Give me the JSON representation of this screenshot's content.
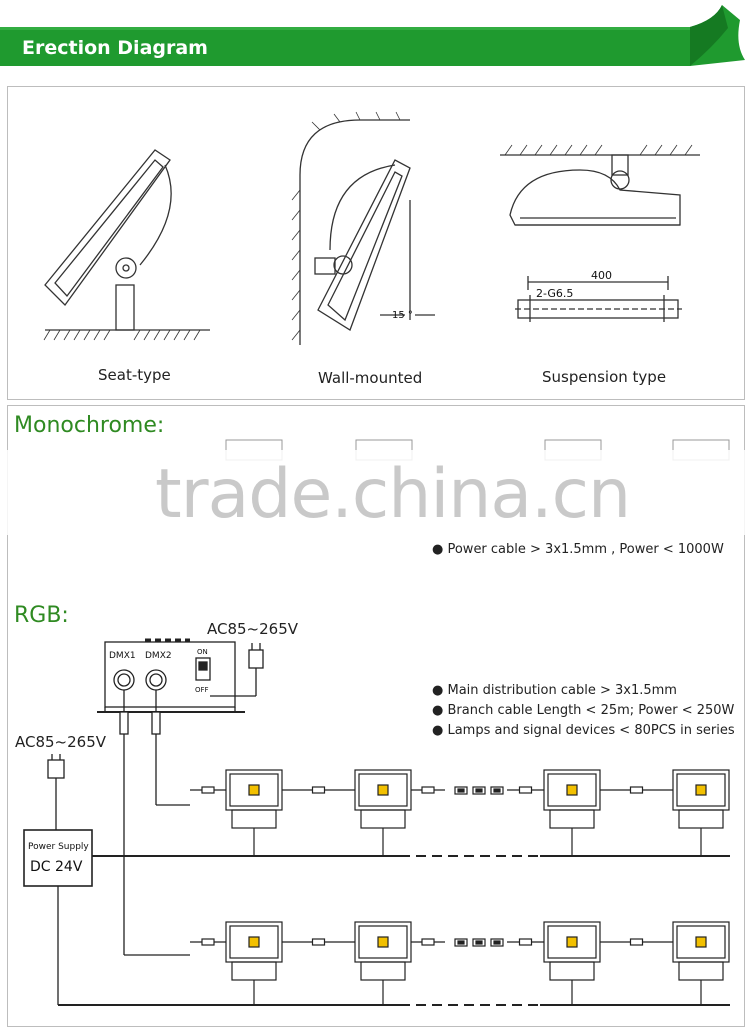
{
  "header": {
    "title": "Erection Diagram"
  },
  "erection": {
    "seat_label": "Seat-type",
    "wall_label": "Wall-mounted",
    "suspension_label": "Suspension type",
    "angle_label": "15 °",
    "dim_400": "400",
    "dim_hole": "2-G6.5"
  },
  "mono": {
    "title": "Monochrome:",
    "watermark": "trade.china.cn",
    "spec": "● Power cable  > 3x1.5mm ,   Power < 1000W"
  },
  "rgb": {
    "title": "RGB:",
    "ac_top": "AC85~265V",
    "ac_left": "AC85~265V",
    "dmx1": "DMX1",
    "dmx2": "DMX2",
    "on": "ON",
    "off": "OFF",
    "psu_line1": "Power Supply",
    "psu_line2": "DC 24V",
    "spec1": "● Main distribution cable  > 3x1.5mm",
    "spec2": "● Branch cable  Length < 25m;  Power < 250W",
    "spec3": "● Lamps and signal devices < 80PCS in series"
  },
  "colors": {
    "banner": "#1f9a2f",
    "heading": "#2f8a22",
    "led": "#f2c000"
  }
}
